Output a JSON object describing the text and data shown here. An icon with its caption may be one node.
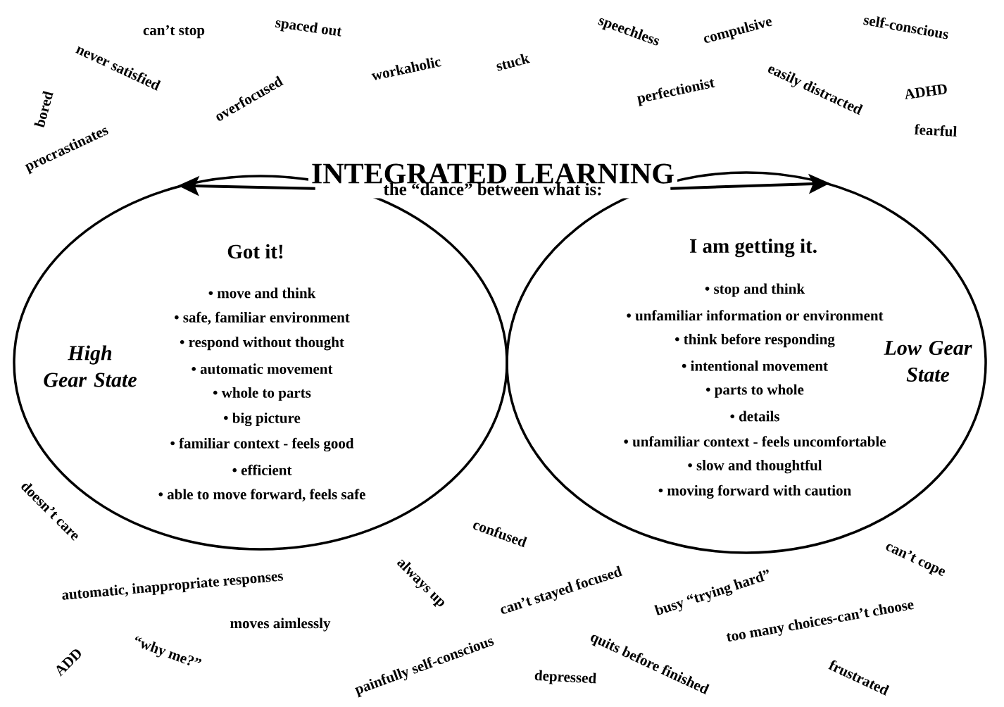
{
  "diagram": {
    "nodes": [
      {
        "text": [
          "INTEGRATED LEARNING",
          "the “dance” between what is:"
        ]
      },
      {
        "text": [
          "Got it!",
          "• move and think",
          "• safe, familiar environment",
          "• respond without thought",
          "• automatic movement",
          "• whole to parts",
          "• big picture",
          "• familiar context - feels good",
          "• efficient",
          "• able to move forward, feels safe",
          "High Gear State"
        ]
      },
      {
        "text": [
          "I am getting it.",
          "• stop and think",
          "• unfamiliar information or environment",
          "• think before responding",
          "• intentional movement",
          "• parts to whole",
          "• details",
          "• unfamiliar context - feels uncomfortable",
          "• slow and thoughtful",
          "• moving forward with caution",
          "Low Gear State"
        ]
      }
    ],
    "edges": [
      {
        "from": 0,
        "to": 1,
        "arrow": "to"
      },
      {
        "from": 0,
        "to": 2,
        "arrow": "to"
      }
    ],
    "labels": [
      "self-conscious",
      "can’t stop",
      "spaced out",
      "compulsive",
      "speechless",
      "never satisfied",
      "stuck",
      "workaholic",
      "easily distracted",
      "ADHD",
      "perfectionist",
      "overfocused",
      "bored",
      "fearful",
      "procrastinates",
      "doesn’t care",
      "confused",
      "can’t cope",
      "automatic, inappropriate responses",
      "always up",
      "can’t stayed focused",
      "busy “trying hard”",
      "too many choices-can’t choose",
      "moves aimlessly",
      "“why me?”",
      "ADD",
      "painfully self-conscious",
      "quits before finished",
      "depressed",
      "frustrated"
    ]
  }
}
